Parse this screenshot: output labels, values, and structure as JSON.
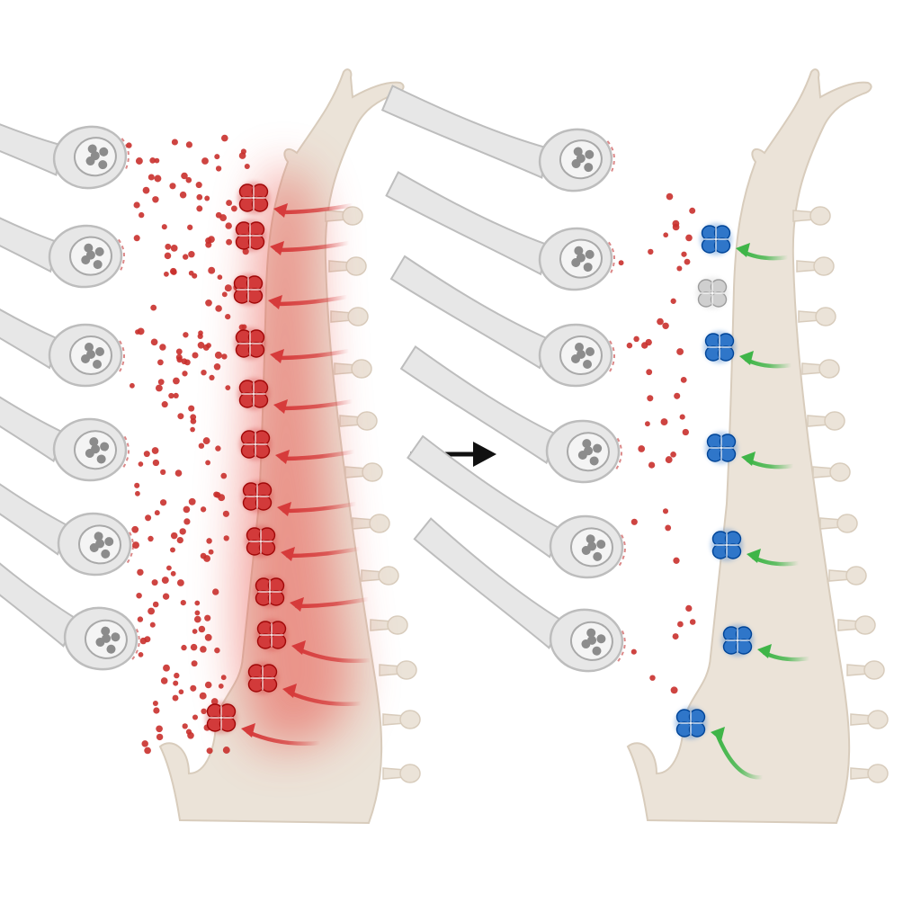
{
  "diagram": {
    "text_labels": [],
    "panels": [
      {
        "id": "before",
        "state": "high-activity",
        "presynaptic_terminal_count": 6,
        "receptor_cluster_count": 12,
        "receptor_color": "#d23a3a",
        "signal_arrow_color": "#d63b3b",
        "glow_color": "#e8534a",
        "transmitter_dot_color": "#c9302c"
      },
      {
        "id": "after",
        "state": "reduced-activity",
        "presynaptic_terminal_count": 6,
        "receptor_cluster_count": 7,
        "inactive_receptor_count": 1,
        "receptor_color": "#2f76c9",
        "inactive_receptor_color": "#cfcfcf",
        "signal_arrow_color": "#3fb548",
        "transmitter_dot_color": "#c9302c"
      }
    ],
    "transition_arrow": {
      "direction": "right",
      "color": "#111111"
    },
    "colors": {
      "dendrite_fill": "#ebe3d8",
      "dendrite_edge": "#d8ccbc",
      "axon_fill": "#e7e7e7",
      "axon_edge": "#bdbdbd",
      "vesicle": "#8c8c8c",
      "background": "#ffffff"
    }
  }
}
